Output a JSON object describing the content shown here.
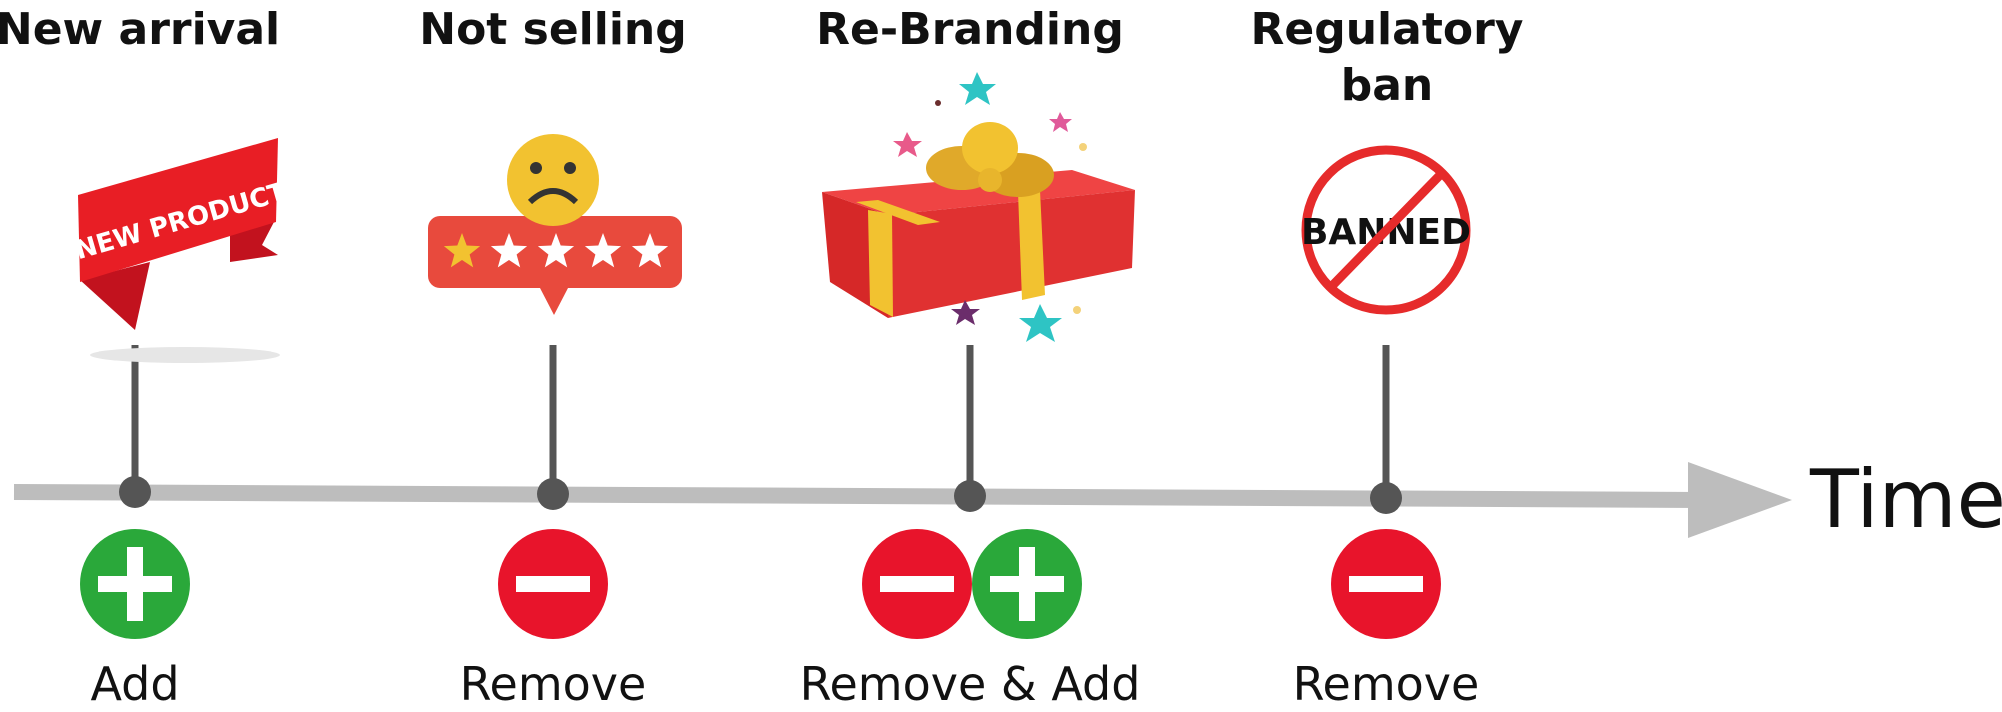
{
  "events": [
    {
      "title": "New arrival",
      "action": "Add",
      "icon": "new-product-banner-icon",
      "signs": [
        "plus"
      ]
    },
    {
      "title": "Not selling",
      "action": "Remove",
      "icon": "sad-rating-icon",
      "signs": [
        "minus"
      ]
    },
    {
      "title": "Re-Branding",
      "action": "Remove & Add",
      "icon": "gift-box-icon",
      "signs": [
        "minus",
        "plus"
      ]
    },
    {
      "title": "Regulatory ban",
      "action": "Remove",
      "icon": "banned-sign-icon",
      "signs": [
        "minus"
      ]
    }
  ],
  "banner_text": "NEW PRODUCT",
  "banned_text": "BANNED",
  "rating": {
    "filled": 1,
    "total": 5
  },
  "axis_label": "Time",
  "colors": {
    "axis": "#bdbdbd",
    "stem": "#555555",
    "plus": "#2aa83a",
    "minus": "#e8142b",
    "red": "#e62b2b",
    "gold": "#f2c230"
  }
}
